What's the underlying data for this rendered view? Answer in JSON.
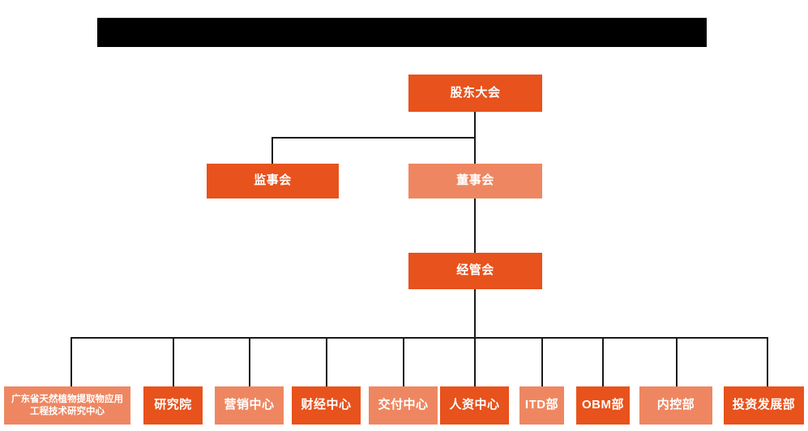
{
  "chart": {
    "type": "org-chart",
    "background": "#ffffff",
    "title_bar": {
      "label": "",
      "color": "#000000"
    },
    "colors": {
      "dark_orange": "#E8521C",
      "light_salmon": "#EE8761",
      "connector": "#1a1a1a",
      "text": "#ffffff"
    },
    "levels": [
      {
        "level": 1,
        "nodes": [
          {
            "id": "shareholders",
            "label": "股东大会",
            "style": "dark"
          }
        ]
      },
      {
        "level": 2,
        "nodes": [
          {
            "id": "supervisory",
            "label": "监事会",
            "style": "dark"
          },
          {
            "id": "board",
            "label": "董事会",
            "style": "light"
          }
        ]
      },
      {
        "level": 3,
        "nodes": [
          {
            "id": "management",
            "label": "经管会",
            "style": "dark"
          }
        ]
      },
      {
        "level": 4,
        "nodes": [
          {
            "id": "research-center",
            "label": "广东省天然植物提取物应用工程技术研究中心",
            "style": "light"
          },
          {
            "id": "institute",
            "label": "研究院",
            "style": "dark"
          },
          {
            "id": "marketing",
            "label": "营销中心",
            "style": "light"
          },
          {
            "id": "finance",
            "label": "财经中心",
            "style": "dark"
          },
          {
            "id": "delivery",
            "label": "交付中心",
            "style": "light"
          },
          {
            "id": "hr",
            "label": "人资中心",
            "style": "dark"
          },
          {
            "id": "itd",
            "label": "ITD部",
            "style": "light"
          },
          {
            "id": "obm",
            "label": "OBM部",
            "style": "dark"
          },
          {
            "id": "internal-control",
            "label": "内控部",
            "style": "light"
          },
          {
            "id": "investment",
            "label": "投资发展部",
            "style": "dark"
          }
        ]
      }
    ]
  }
}
